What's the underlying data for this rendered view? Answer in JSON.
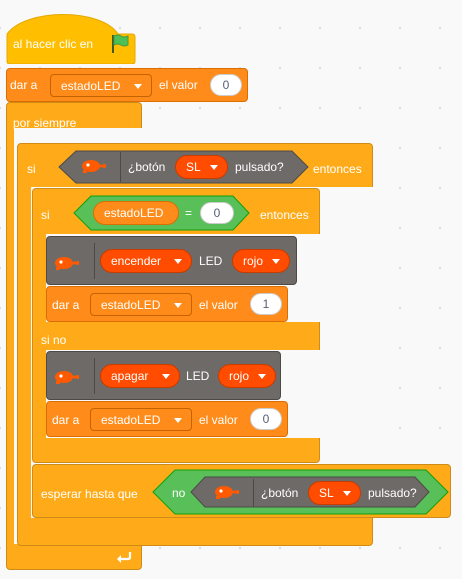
{
  "hat": {
    "label": "al hacer clic en"
  },
  "set_top": {
    "prefix": "dar a",
    "variable": "estadoLED",
    "middle": "el valor",
    "value": "0"
  },
  "forever": {
    "label": "por siempre"
  },
  "if_outer": {
    "prefix": "si",
    "condition": {
      "label_before": "¿botón",
      "button": "SL",
      "label_after": "pulsado?"
    },
    "suffix": "entonces"
  },
  "if_inner": {
    "prefix": "si",
    "condition": {
      "variable": "estadoLED",
      "operator": "=",
      "value": "0"
    },
    "suffix": "entonces",
    "else_label": "si no"
  },
  "led_on": {
    "action": "encender",
    "middle": "LED",
    "color": "rojo"
  },
  "set_one": {
    "prefix": "dar a",
    "variable": "estadoLED",
    "middle": "el valor",
    "value": "1"
  },
  "led_off": {
    "action": "apagar",
    "middle": "LED",
    "color": "rojo"
  },
  "set_zero": {
    "prefix": "dar a",
    "variable": "estadoLED",
    "middle": "el valor",
    "value": "0"
  },
  "wait_until": {
    "prefix": "esperar hasta que",
    "not_label": "no",
    "condition": {
      "label_before": "¿botón",
      "button": "SL",
      "label_after": "pulsado?"
    }
  },
  "colors": {
    "events": "#ffbf00",
    "variables": "#ff8c1a",
    "control": "#ffab19",
    "extension": "#6e6a68",
    "operators": "#59c059",
    "dropdown_red": "#ff4c00"
  },
  "icons": [
    "green-flag-icon",
    "robot-icon",
    "loop-arrow-icon",
    "dropdown-caret-icon"
  ]
}
